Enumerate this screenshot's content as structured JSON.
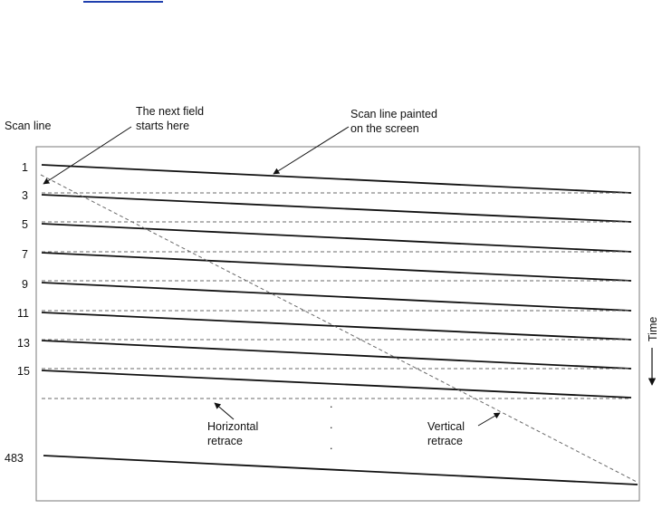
{
  "colors": {
    "ink": "#111111",
    "link": "#1f3fae",
    "frame": "#7a7a7a",
    "dashed": "#6a6a6a"
  },
  "labels": {
    "scan_line_heading": "Scan line",
    "next_field_line1": "The next field",
    "next_field_line2": "starts here",
    "painted_line1": "Scan line painted",
    "painted_line2": "on the screen",
    "horizontal_line1": "Horizontal",
    "horizontal_line2": "retrace",
    "vertical_line1": "Vertical",
    "vertical_line2": "retrace",
    "time": "Time"
  },
  "scan_line_numbers": [
    "1",
    "3",
    "5",
    "7",
    "9",
    "11",
    "13",
    "15"
  ],
  "last_scan_line_number": "483"
}
